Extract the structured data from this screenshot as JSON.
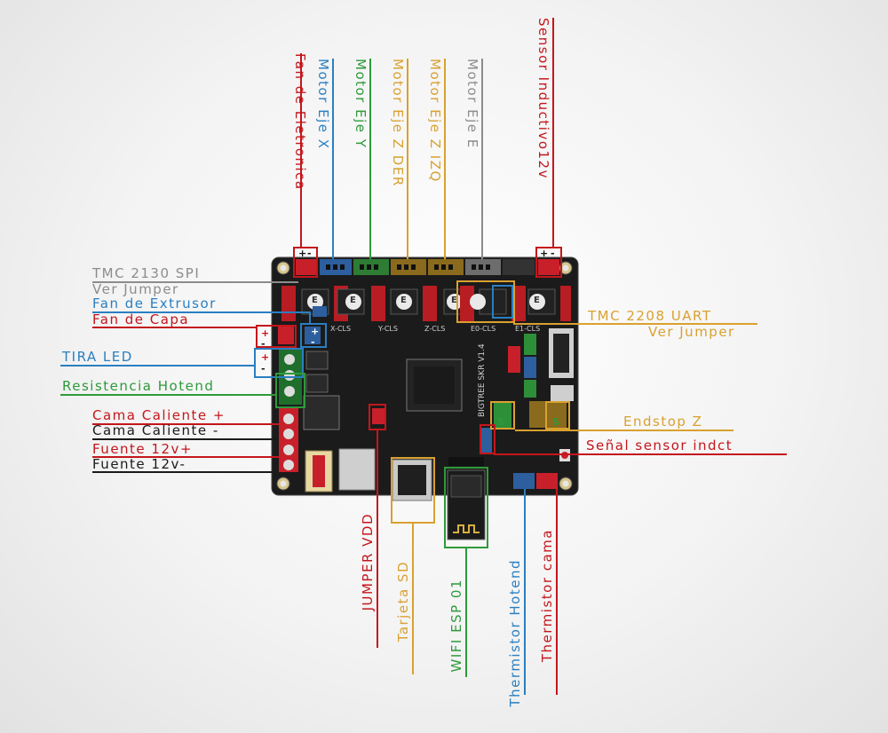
{
  "colors": {
    "red": "#c4161c",
    "blue": "#2a7fc1",
    "green": "#2e9a3a",
    "orange": "#d9a130",
    "gray": "#8c8c8c",
    "black": "#1a1a1a",
    "board": "#1c1c1c"
  },
  "top_labels": {
    "fan_electronica": "Fan de Eletronica",
    "motor_x": "Motor Eje X",
    "motor_y": "Motor Eje Y",
    "motor_z_der": "Motor Eje Z DER",
    "motor_z_izq": "Motor Eje Z IZQ",
    "motor_e": "Motor Eje E",
    "sensor_inductivo": "Sensor Inductivo12v"
  },
  "left_labels": {
    "tmc2130": "TMC 2130 SPI",
    "ver_jumper_1": "Ver Jumper",
    "fan_extrusor": "Fan de Extrusor",
    "fan_capa": "Fan de Capa",
    "tira_led": "TIRA LED",
    "resistencia": "Resistencia Hotend",
    "cama_pos": "Cama Caliente +",
    "cama_neg": "Cama Caliente -",
    "fuente_pos": "Fuente 12v+",
    "fuente_neg": "Fuente 12v-"
  },
  "right_labels": {
    "tmc2208": "TMC 2208 UART",
    "ver_jumper_2": "Ver Jumper",
    "endstop_z": "Endstop Z",
    "senal_sensor": "Señal sensor indct"
  },
  "bottom_labels": {
    "jumper_vdd": "JUMPER VDD",
    "tarjeta_sd": "Tarjeta SD",
    "wifi": "WIFI ESP 01",
    "thermistor_hotend": "Thermistor Hotend",
    "thermistor_cama": "Thermistor cama"
  },
  "board": {
    "name": "BIGTREE SKR V1.4",
    "header_labels": [
      "X-CLS",
      "Y-CLS",
      "Z-CLS",
      "E0-CLS",
      "E1-CLS"
    ],
    "driver_marks": [
      "E",
      "E",
      "E",
      "E",
      "E"
    ],
    "polarity_plus": "+",
    "polarity_minus": "-",
    "signal": "S"
  }
}
